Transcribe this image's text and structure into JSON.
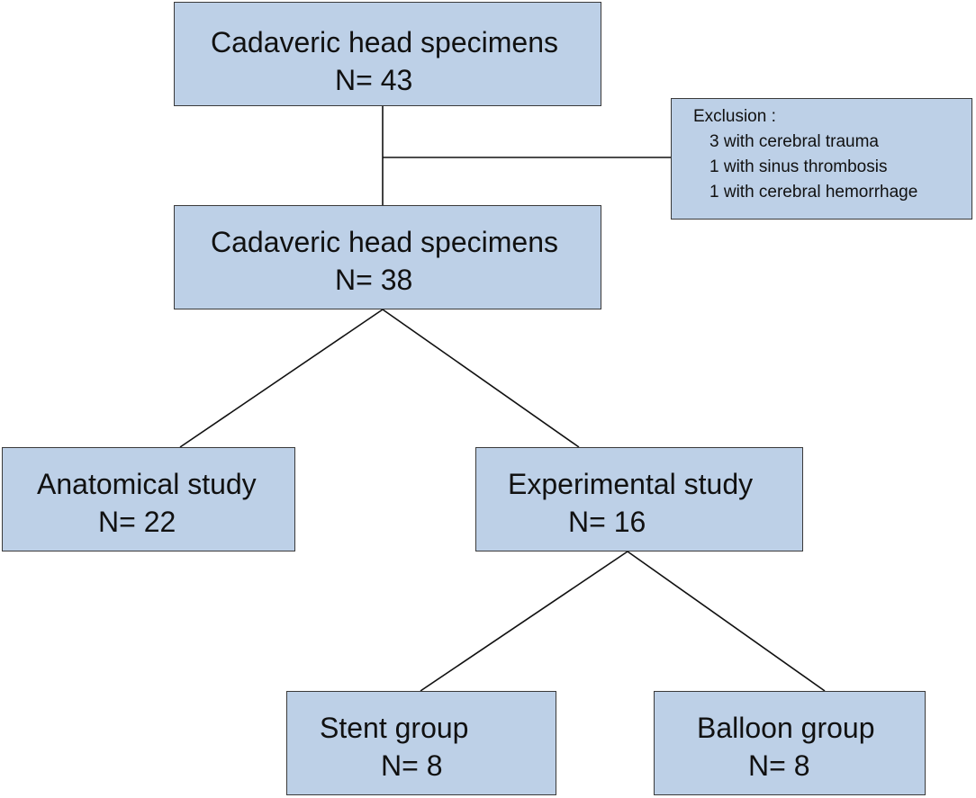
{
  "boxes": {
    "total": {
      "title": "Cadaveric head specimens",
      "count": "N= 43"
    },
    "exclusion": {
      "heading": "Exclusion :",
      "items": [
        "3 with cerebral trauma",
        "1 with  sinus thrombosis",
        "1 with cerebral hemorrhage"
      ]
    },
    "included": {
      "title": "Cadaveric head specimens",
      "count": "N= 38"
    },
    "anatomical": {
      "title": "Anatomical study",
      "count": "N= 22"
    },
    "experimental": {
      "title": "Experimental study",
      "count": "N= 16"
    },
    "stent": {
      "title": "Stent group",
      "count": "N= 8"
    },
    "balloon": {
      "title": "Balloon group",
      "count": "N= 8"
    }
  },
  "colors": {
    "box_fill": "#bdd0e7",
    "box_border": "#3a3a3a",
    "connector": "#111111",
    "text": "#111111"
  }
}
